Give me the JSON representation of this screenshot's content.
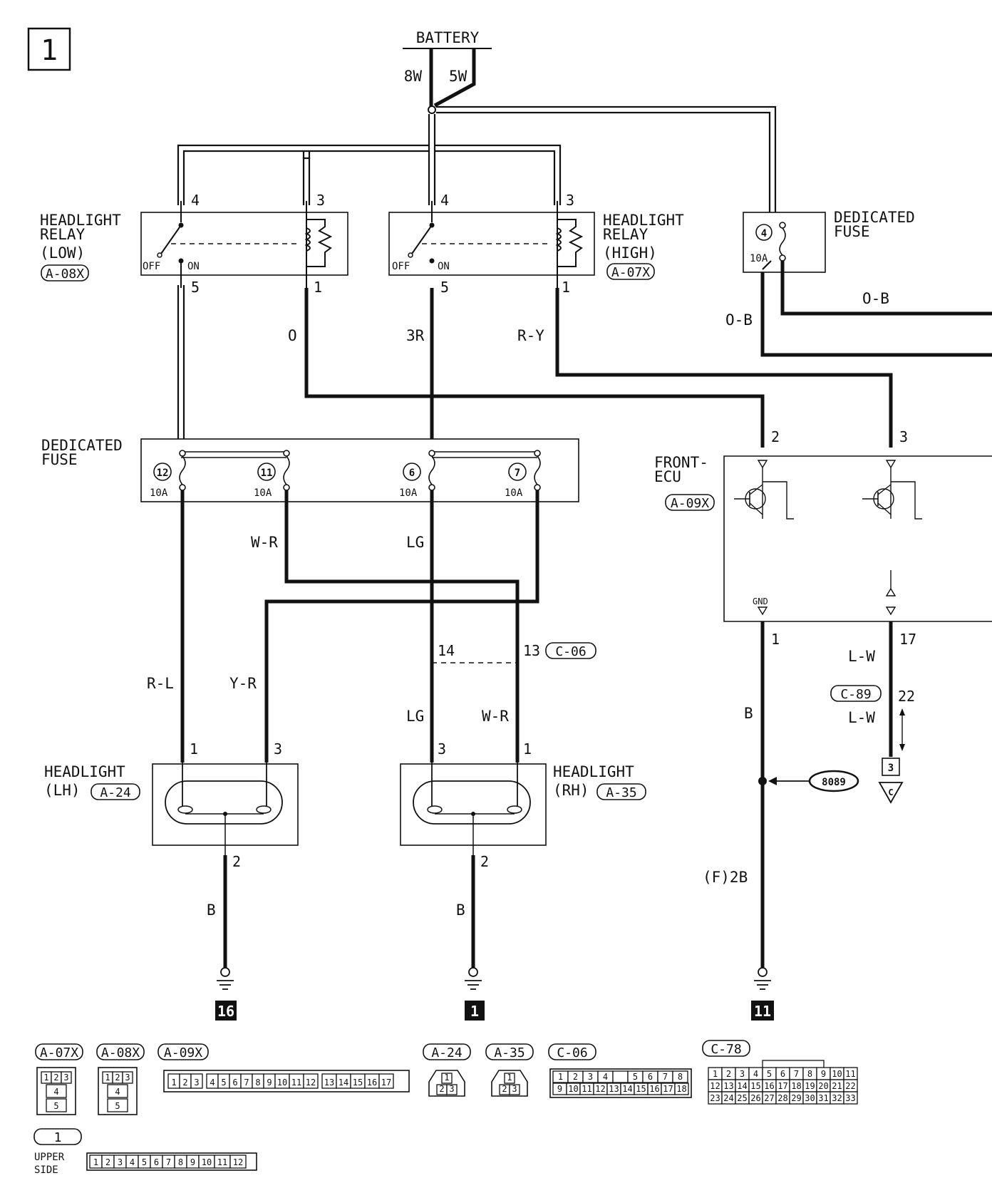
{
  "page_number": "1",
  "battery": {
    "label": "BATTERY",
    "left_wire": "8W",
    "right_wire": "5W"
  },
  "relay_low": {
    "title": [
      "HEADLIGHT",
      "RELAY",
      "(LOW)"
    ],
    "code": "A-08X",
    "pins": [
      "4",
      "3",
      "5",
      "1"
    ],
    "off": "OFF",
    "on": "ON"
  },
  "relay_high": {
    "title": [
      "HEADLIGHT",
      "RELAY",
      "(HIGH)"
    ],
    "code": "A-07X",
    "pins": [
      "4",
      "3",
      "5",
      "1"
    ],
    "off": "OFF",
    "on": "ON"
  },
  "ded_fuse_top": {
    "title": [
      "DEDICATED",
      "FUSE"
    ],
    "number": "4",
    "rating": "10A"
  },
  "ded_fuse_mid": {
    "title": [
      "DEDICATED",
      "FUSE"
    ],
    "fuses": [
      {
        "number": "12",
        "rating": "10A"
      },
      {
        "number": "11",
        "rating": "10A"
      },
      {
        "number": "6",
        "rating": "10A"
      },
      {
        "number": "7",
        "rating": "10A"
      }
    ]
  },
  "wires": {
    "o": "O",
    "three_r": "3R",
    "r_y": "R-Y",
    "o_b_upper": "O-B",
    "o_b_lower": "O-B",
    "w_r_top": "W-R",
    "lg_top": "LG",
    "r_l": "R-L",
    "y_r": "Y-R",
    "lg_bottom": "LG",
    "w_r_bottom": "W-R",
    "b_lh": "B",
    "b_rh": "B",
    "b_ecu": "B",
    "f2b": "(F)2B",
    "l_w_top": "L-W",
    "l_w_bottom": "L-W"
  },
  "front_ecu": {
    "title": [
      "FRONT-",
      "ECU"
    ],
    "code": "A-09X",
    "pins": [
      "2",
      "3",
      "1",
      "17"
    ],
    "gnd": "GND"
  },
  "connector_c06": {
    "code": "C-06",
    "pins": [
      "14",
      "13"
    ]
  },
  "connector_c89": {
    "code": "C-89",
    "pin": "22"
  },
  "headlight_lh": {
    "title": [
      "HEADLIGHT",
      "(LH)"
    ],
    "code": "A-24",
    "pins": [
      "1",
      "3",
      "2"
    ]
  },
  "headlight_rh": {
    "title": [
      "HEADLIGHT",
      "(RH)"
    ],
    "code": "A-35",
    "pins": [
      "3",
      "1",
      "2"
    ]
  },
  "splice": "8089",
  "continuation": {
    "box": "3",
    "letter": "C"
  },
  "grounds": [
    "16",
    "1",
    "11"
  ],
  "connectors": {
    "a07x": {
      "code": "A-07X",
      "rows": [
        [
          "1",
          "2",
          "3"
        ],
        [
          "4"
        ],
        [
          "5"
        ]
      ]
    },
    "a08x": {
      "code": "A-08X",
      "rows": [
        [
          "1",
          "2",
          "3"
        ],
        [
          "4"
        ],
        [
          "5"
        ]
      ]
    },
    "a09x": {
      "code": "A-09X",
      "pins": [
        "1",
        "2",
        "3",
        "4",
        "5",
        "6",
        "7",
        "8",
        "9",
        "10",
        "11",
        "12",
        "13",
        "14",
        "15",
        "16",
        "17"
      ]
    },
    "a24": {
      "code": "A-24",
      "rows": [
        [
          "1"
        ],
        [
          "2",
          "3"
        ]
      ]
    },
    "a35": {
      "code": "A-35",
      "rows": [
        [
          "1"
        ],
        [
          "2",
          "3"
        ]
      ]
    },
    "c06": {
      "code": "C-06",
      "rows": [
        [
          "1",
          "2",
          "3",
          "4",
          "",
          "5",
          "6",
          "7",
          "8"
        ],
        [
          "9",
          "10",
          "11",
          "12",
          "13",
          "14",
          "15",
          "16",
          "17",
          "18"
        ]
      ]
    },
    "c78": {
      "code": "C-78",
      "rows": [
        [
          "1",
          "2",
          "3",
          "4",
          "5",
          "6",
          "7",
          "8",
          "9",
          "10",
          "11"
        ],
        [
          "12",
          "13",
          "14",
          "15",
          "16",
          "17",
          "18",
          "19",
          "20",
          "21",
          "22"
        ],
        [
          "23",
          "24",
          "25",
          "26",
          "27",
          "28",
          "29",
          "30",
          "31",
          "32",
          "33"
        ]
      ]
    },
    "conn1": {
      "code": "1",
      "side_label": [
        "UPPER",
        "SIDE"
      ],
      "pins": [
        "1",
        "2",
        "3",
        "4",
        "5",
        "6",
        "7",
        "8",
        "9",
        "10",
        "11",
        "12"
      ]
    }
  }
}
